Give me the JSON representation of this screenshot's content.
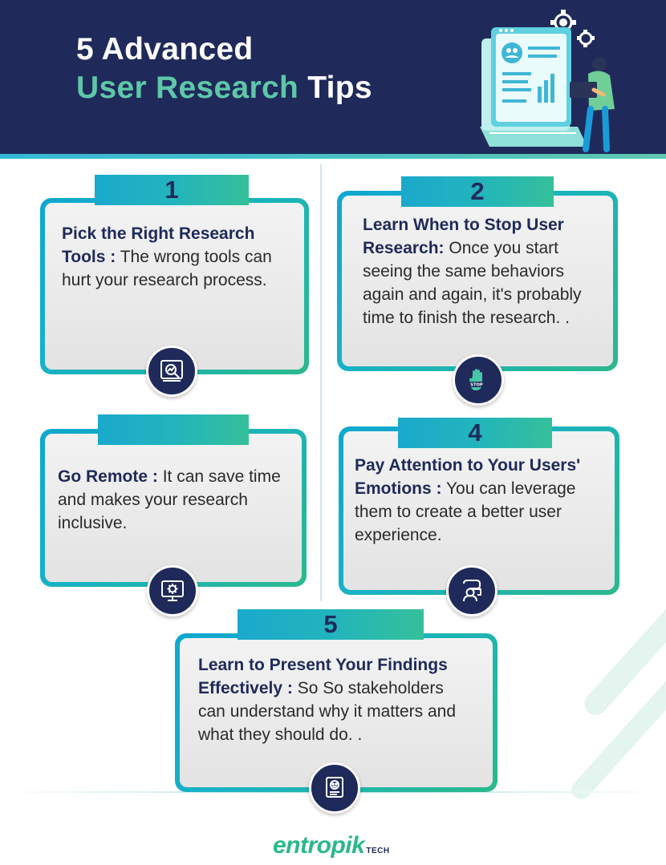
{
  "header": {
    "title_line1": "5 Advanced",
    "title_accent": "User Research",
    "title_rest": " Tips"
  },
  "tips": [
    {
      "number": "1",
      "heading": "Pick the Right Research Tools :",
      "body": "The wrong tools can hurt your research process.",
      "icon": "magnifier-chart-icon"
    },
    {
      "number": "2",
      "heading": "Learn When to Stop User Research:",
      "body": "Once you start seeing the same behaviors again and again, it's probably time to finish the research. .",
      "icon": "stop-hand-icon"
    },
    {
      "number": "",
      "heading": "Go Remote :",
      "body": "It can save time and makes your research inclusive.",
      "icon": "remote-gear-monitor-icon"
    },
    {
      "number": "4",
      "heading": "Pay Attention to Your Users' Emotions :",
      "body": "You can leverage them to create a better user experience.",
      "icon": "user-emotion-icon"
    },
    {
      "number": "5",
      "heading": "Learn to Present Your Findings Effectively :",
      "body": "So So stakeholders can understand why it matters and what they should do.  .",
      "icon": "presentation-face-icon"
    }
  ],
  "footer": {
    "brand": "entropik",
    "brand_suffix": "TECH",
    "brand_color": "#2bb888"
  },
  "colors": {
    "navy": "#1f2a5a",
    "teal": "#17b2c6",
    "green": "#2bb98c"
  }
}
